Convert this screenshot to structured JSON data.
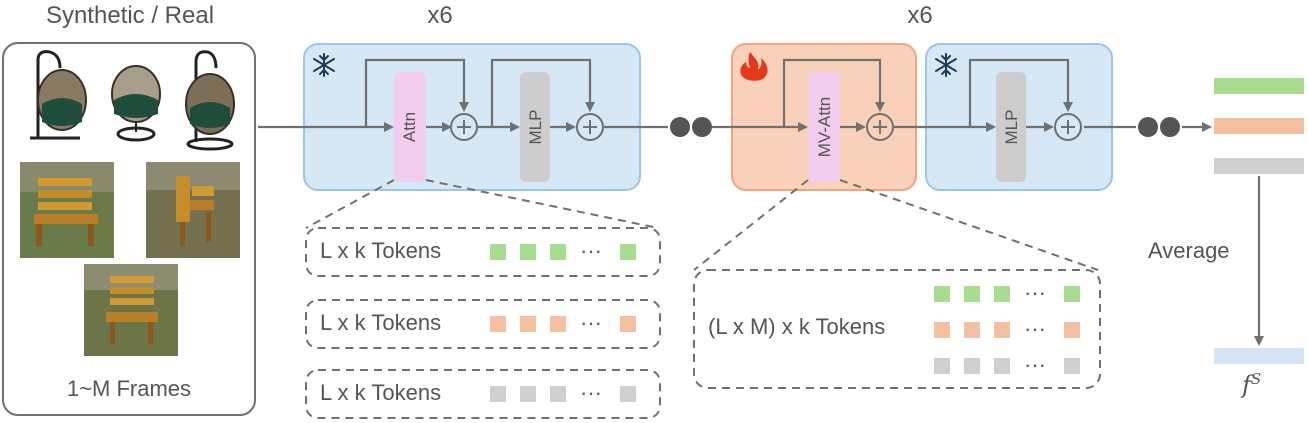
{
  "input_panel": {
    "title": "Synthetic / Real",
    "caption": "1~M Frames"
  },
  "frozen_block": {
    "repeat_label": "x6",
    "attn_label": "Attn",
    "mlp_label": "MLP",
    "state_icon": "snowflake-icon"
  },
  "trainable_block": {
    "repeat_label": "x6",
    "attn_label": "MV-Attn",
    "state_icon": "flame-icon"
  },
  "frozen_mlp_block": {
    "mlp_label": "MLP",
    "state_icon": "snowflake-icon"
  },
  "token_groups": [
    {
      "label": "L x k Tokens",
      "color": "#a8dc91",
      "ellipsis": "···"
    },
    {
      "label": "L x k Tokens",
      "color": "#f4c0a2",
      "ellipsis": "···"
    },
    {
      "label": "L x k Tokens",
      "color": "#cfcfcf",
      "ellipsis": "···"
    }
  ],
  "mv_tokens": {
    "label": "(L x M) x k Tokens",
    "ellipsis": "···",
    "row_colors": [
      "#a8dc91",
      "#f4c0a2",
      "#cfcfcf"
    ]
  },
  "output": {
    "average_label": "Average",
    "feature_label": "f",
    "feature_sup": "S",
    "bar_colors": [
      "#a8dc91",
      "#f4c0a2",
      "#cfcfcf"
    ],
    "result_color": "#d5e5f5"
  },
  "colors": {
    "frozen_fill": "#d6e7f6",
    "frozen_stroke": "#9cc5ea",
    "trainable_fill": "#f9d1bb",
    "trainable_stroke": "#f0a57c",
    "attn_fill": "#f2cdef",
    "mlp_fill": "#cdcdcd",
    "line": "#707070"
  }
}
